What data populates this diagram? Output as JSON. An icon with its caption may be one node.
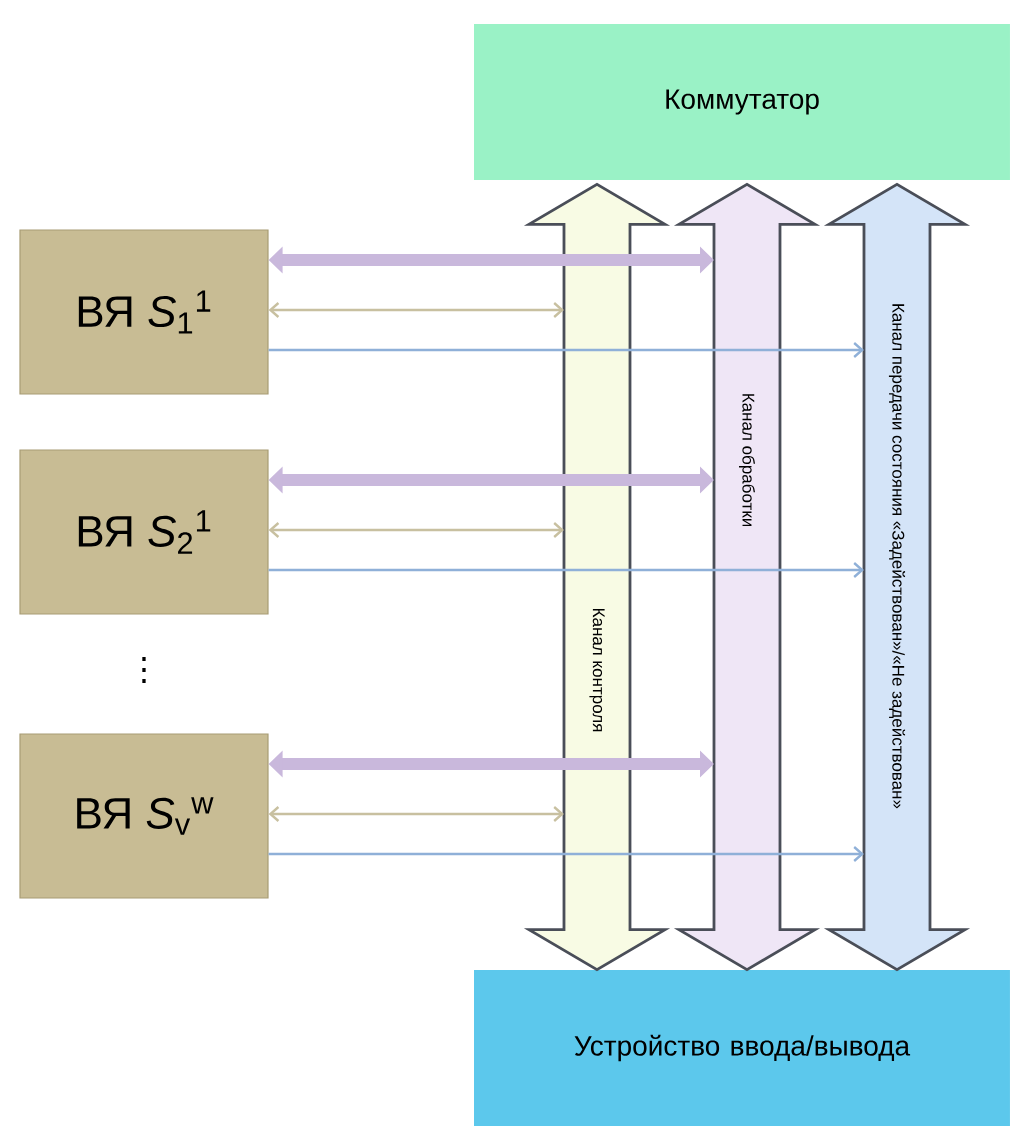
{
  "diagram": {
    "nodes": [
      {
        "text": [
          "Коммутатор"
        ]
      },
      {
        "text": [
          "Устройство ввода/вывода"
        ]
      },
      {
        "text": [
          "ВЯ *S*$_{1}$$^{1}$"
        ]
      },
      {
        "text": [
          "ВЯ *S*$_{2}$$^{1}$"
        ]
      },
      {
        "text": [
          "ВЯ *S*$_{v}$$^{w}$"
        ]
      }
    ],
    "edges": [
      {
        "from": 1,
        "to": 0,
        "arrow": "both",
        "label": "Канал контроля",
        "style": "thick",
        "color": "#f8fbe4"
      },
      {
        "from": 1,
        "to": 0,
        "arrow": "both",
        "label": "Канал обработки",
        "style": "thick",
        "color": "#efe6f6"
      },
      {
        "from": 1,
        "to": 0,
        "arrow": "both",
        "label": "Канал передачи состояния «Задействован»/«Не задействован»",
        "style": "thick",
        "color": "#d4e4f8"
      },
      {
        "from": 2,
        "to": null,
        "arrow": "both",
        "style": "thick",
        "color": "#c9b8dc"
      },
      {
        "from": 2,
        "to": null,
        "arrow": "both",
        "color": "#c8c0a0"
      },
      {
        "from": 2,
        "to": null,
        "arrow": "to",
        "color": "#8fb0d8"
      },
      {
        "from": 3,
        "to": null,
        "arrow": "both",
        "style": "thick",
        "color": "#c9b8dc"
      },
      {
        "from": 3,
        "to": null,
        "arrow": "both",
        "color": "#c8c0a0"
      },
      {
        "from": 3,
        "to": null,
        "arrow": "to",
        "color": "#8fb0d8"
      },
      {
        "from": 4,
        "to": null,
        "arrow": "both",
        "style": "thick",
        "color": "#c9b8dc"
      },
      {
        "from": 4,
        "to": null,
        "arrow": "both",
        "color": "#c8c0a0"
      },
      {
        "from": 4,
        "to": null,
        "arrow": "to",
        "color": "#8fb0d8"
      }
    ],
    "labels": [
      "⋮"
    ]
  }
}
